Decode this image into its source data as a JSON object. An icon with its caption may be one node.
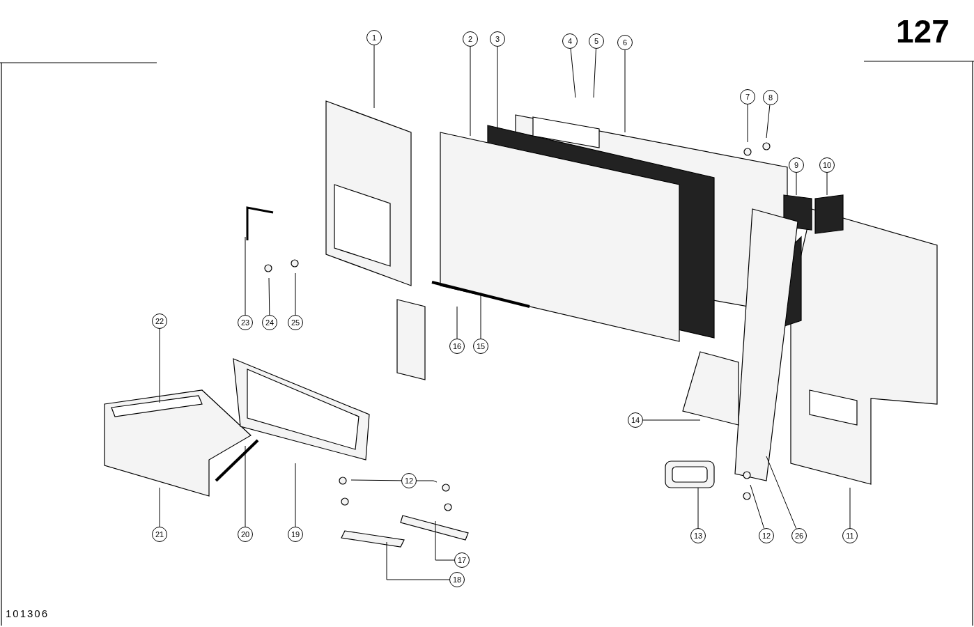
{
  "diagram": {
    "nodes": [
      {
        "text": [
          "1"
        ]
      },
      {
        "text": [
          "2"
        ]
      },
      {
        "text": [
          "3"
        ]
      },
      {
        "text": [
          "4"
        ]
      },
      {
        "text": [
          "5"
        ]
      },
      {
        "text": [
          "6"
        ]
      },
      {
        "text": [
          "7"
        ]
      },
      {
        "text": [
          "8"
        ]
      },
      {
        "text": [
          "9"
        ]
      },
      {
        "text": [
          "10"
        ]
      },
      {
        "text": [
          "11"
        ]
      },
      {
        "text": [
          "12"
        ]
      },
      {
        "text": [
          "12"
        ]
      },
      {
        "text": [
          "13"
        ]
      },
      {
        "text": [
          "14"
        ]
      },
      {
        "text": [
          "15"
        ]
      },
      {
        "text": [
          "16"
        ]
      },
      {
        "text": [
          "17"
        ]
      },
      {
        "text": [
          "18"
        ]
      },
      {
        "text": [
          "19"
        ]
      },
      {
        "text": [
          "20"
        ]
      },
      {
        "text": [
          "21"
        ]
      },
      {
        "text": [
          "22"
        ]
      },
      {
        "text": [
          "23"
        ]
      },
      {
        "text": [
          "24"
        ]
      },
      {
        "text": [
          "25"
        ]
      },
      {
        "text": [
          "26"
        ]
      }
    ],
    "edges": [
      {
        "from": 0,
        "to": null,
        "arrow": "none"
      },
      {
        "from": 1,
        "to": null,
        "arrow": "none"
      },
      {
        "from": 2,
        "to": null,
        "arrow": "none"
      },
      {
        "from": 3,
        "to": null,
        "arrow": "none"
      },
      {
        "from": 4,
        "to": null,
        "arrow": "none"
      },
      {
        "from": 5,
        "to": null,
        "arrow": "none"
      },
      {
        "from": 6,
        "to": null,
        "arrow": "none"
      },
      {
        "from": 7,
        "to": null,
        "arrow": "none"
      },
      {
        "from": 8,
        "to": null,
        "arrow": "none"
      },
      {
        "from": 9,
        "to": null,
        "arrow": "none"
      },
      {
        "from": 10,
        "to": null,
        "arrow": "none"
      },
      {
        "from": 11,
        "to": null,
        "arrow": "none"
      },
      {
        "from": 11,
        "to": null,
        "arrow": "none"
      },
      {
        "from": 12,
        "to": null,
        "arrow": "none"
      },
      {
        "from": 13,
        "to": null,
        "arrow": "none"
      },
      {
        "from": 14,
        "to": null,
        "arrow": "none"
      },
      {
        "from": 15,
        "to": null,
        "arrow": "none"
      },
      {
        "from": 16,
        "to": null,
        "arrow": "none"
      },
      {
        "from": 17,
        "to": null,
        "arrow": "none"
      },
      {
        "from": 18,
        "to": null,
        "arrow": "none"
      },
      {
        "from": 19,
        "to": null,
        "arrow": "none"
      },
      {
        "from": 20,
        "to": null,
        "arrow": "none"
      },
      {
        "from": 21,
        "to": null,
        "arrow": "none"
      },
      {
        "from": 22,
        "to": null,
        "arrow": "none"
      },
      {
        "from": 23,
        "to": null,
        "arrow": "none"
      },
      {
        "from": 24,
        "to": null,
        "arrow": "none"
      },
      {
        "from": 25,
        "to": null,
        "arrow": "none"
      },
      {
        "from": 26,
        "to": null,
        "arrow": "none"
      }
    ],
    "labels": [
      "127",
      "101306"
    ]
  }
}
